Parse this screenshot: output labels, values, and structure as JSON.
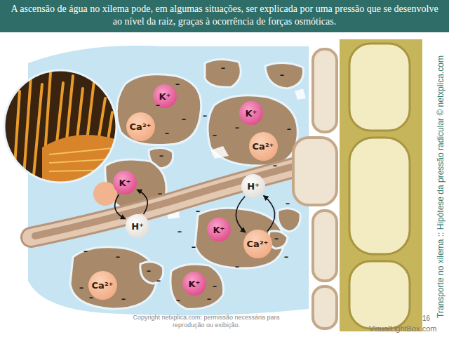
{
  "diagram": {
    "title": "A ascensão de água no xilema pode, em algumas situações, ser explicada por uma pressão que se desenvolve ao nível da raiz, graças à ocorrência de forças osmóticas.",
    "nodes": [
      {
        "text": [
          "K⁺"
        ]
      },
      {
        "text": [
          "Ca²⁺"
        ]
      },
      {
        "text": [
          "K⁺"
        ]
      },
      {
        "text": [
          "Ca²⁺"
        ]
      },
      {
        "text": [
          "K⁺"
        ]
      },
      {
        "text": [
          "H⁺"
        ]
      },
      {
        "text": [
          "H⁺"
        ]
      },
      {
        "text": [
          "K⁺"
        ]
      },
      {
        "text": [
          "Ca²⁺"
        ]
      },
      {
        "text": [
          "Ca²⁺"
        ]
      },
      {
        "text": [
          "K⁺"
        ]
      }
    ],
    "edges": [
      {
        "from": 4,
        "to": 6,
        "arrow": "to"
      },
      {
        "from": 6,
        "to": 4,
        "arrow": "to"
      },
      {
        "from": 5,
        "to": 8,
        "arrow": "to"
      },
      {
        "from": 8,
        "to": 5,
        "arrow": "to"
      }
    ],
    "labels": [
      "Transporte no xilema :: Hipótese da pressão radicular © netxplica.com",
      "Copyright netxplica.com: permissão necessária para reprodução ou exibição.",
      "16",
      "VisualLightBox.com",
      "–",
      "–",
      "–",
      "–",
      "–",
      "–",
      "–",
      "–",
      "–",
      "–",
      "–",
      "–",
      "–",
      "–",
      "–",
      "–",
      "–",
      "–",
      "–",
      "–",
      "–",
      "–",
      "–",
      "–",
      "–",
      "–",
      "–",
      "–",
      "–",
      "–"
    ]
  }
}
